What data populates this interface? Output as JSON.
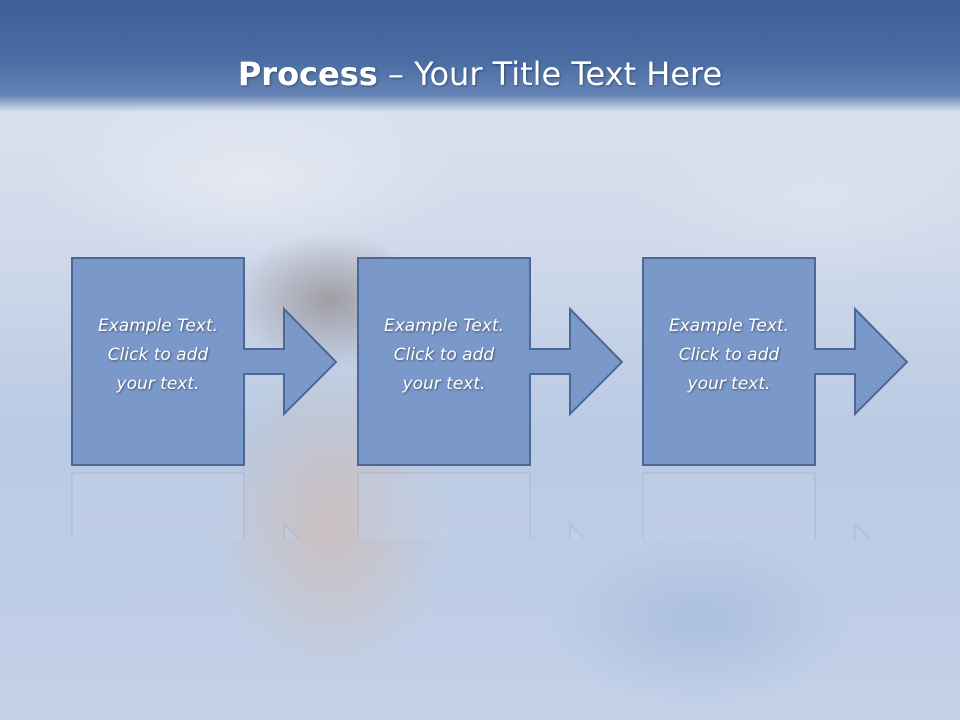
{
  "slide": {
    "title_bold": "Process",
    "title_separator": " – ",
    "title_rest": "Your Title Text Here"
  },
  "steps": [
    {
      "line1": "Example Text.",
      "line2": "Click  to add",
      "line3": "your text."
    },
    {
      "line1": "Example Text.",
      "line2": "Click  to add",
      "line3": "your text."
    },
    {
      "line1": "Example Text.",
      "line2": "Click  to add",
      "line3": "your text."
    }
  ],
  "colors": {
    "header": "#4a6da4",
    "box_fill": "#7a98c9",
    "box_stroke": "#4d6894",
    "text": "#ffffff"
  }
}
